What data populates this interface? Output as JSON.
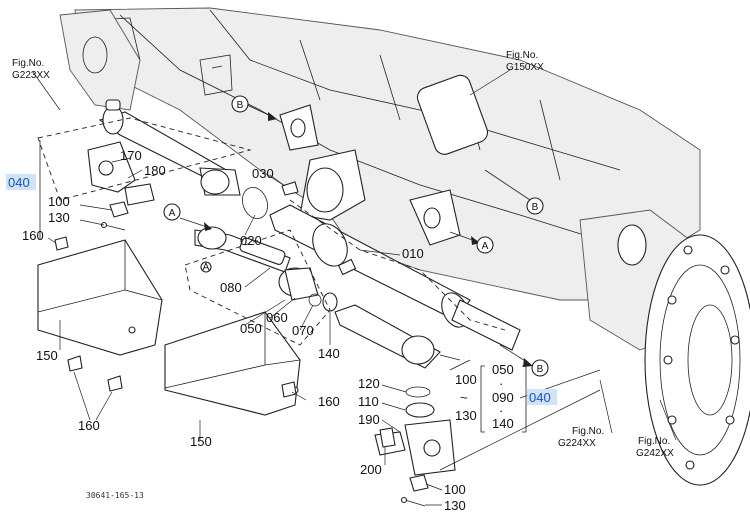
{
  "fig_refs": {
    "g223": [
      "Fig.No.",
      "G223XX"
    ],
    "g150": [
      "Fig.No.",
      "G150XX"
    ],
    "g224": [
      "Fig.No.",
      "G224XX"
    ],
    "g242": [
      "Fig.No.",
      "G242XX"
    ]
  },
  "callouts": {
    "c040_left": "040",
    "c040_right": "040",
    "c170": "170",
    "c180": "180",
    "c030": "030",
    "c100_left": "100",
    "c130_left": "130",
    "c160_left": "160",
    "c020": "020",
    "c010": "010",
    "c080": "080",
    "c060": "060",
    "c050": "050",
    "c070": "070",
    "c140": "140",
    "c150_left": "150",
    "c150_right": "150",
    "c160_right": "160",
    "c160_bottom": "160",
    "c120": "120",
    "c110": "110",
    "c190": "190",
    "c200": "200",
    "c100_bottom": "100",
    "c130_bottom": "130"
  },
  "range_list": {
    "left_top": "100",
    "left_tilde": "~",
    "left_bottom": "130",
    "right_top": "050",
    "right_mid": "090",
    "right_bottom": "140",
    "dots": "·"
  },
  "markers": {
    "a1": "A",
    "a2": "A",
    "a3": "A",
    "b1": "B",
    "b2": "B",
    "b3": "B"
  },
  "drawing_code": "30641-165-13"
}
